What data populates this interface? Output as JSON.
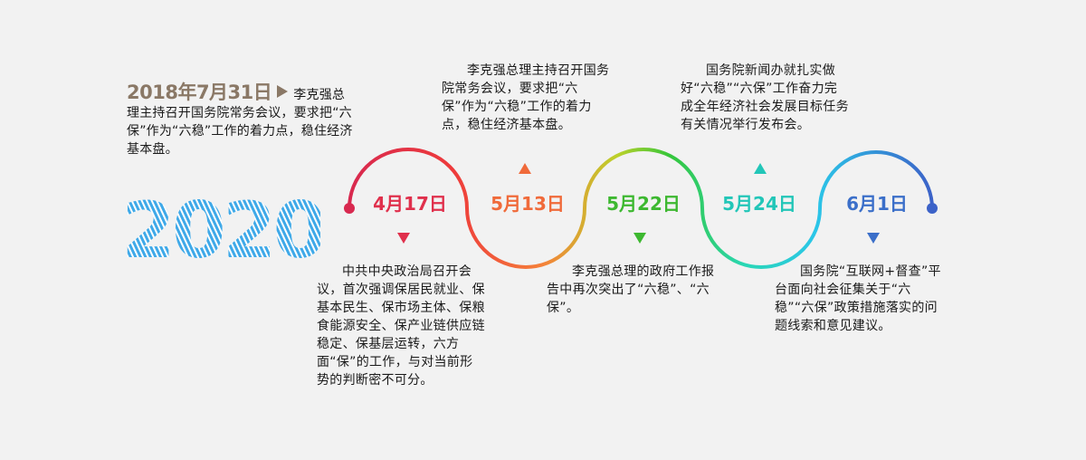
{
  "intro": {
    "date": "2018年7月31日",
    "text": "李克强总理主持召开国务院常务会议，要求把“六保”作为“六稳”工作的着力点，稳住经济基本盘。"
  },
  "year": "2020",
  "colors": {
    "year_stripes": "#3fa9e8",
    "intro_date": "#8a7866"
  },
  "timeline": [
    {
      "label": "4月17日",
      "color": "#e0304c",
      "marker": "down",
      "text": "中共中央政治局召开会议，首次强调保居民就业、保基本民生、保市场主体、保粮食能源安全、保产业链供应链稳定、保基层运转，六方面“保”的工作，与对当前形势的判断密不可分。"
    },
    {
      "label": "5月13日",
      "color": "#f06a3a",
      "marker": "up",
      "text": "李克强总理主持召开国务院常务会议，要求把“六保”作为“六稳”工作的着力点，稳住经济基本盘。"
    },
    {
      "label": "5月22日",
      "color": "#3db830",
      "marker": "down",
      "text": "李克强总理的政府工作报告中再次突出了“六稳”、“六保”。"
    },
    {
      "label": "5月24日",
      "color": "#22c6b8",
      "marker": "up",
      "text": "国务院新闻办就扎实做好“六稳”“六保”工作奋力完成全年经济社会发展目标任务有关情况举行发布会。"
    },
    {
      "label": "6月1日",
      "color": "#3b6fc9",
      "marker": "down",
      "text": "国务院“互联网+督查”平台面向社会征集关于“六稳”“六保”政策措施落实的问题线索和意见建议。"
    }
  ]
}
